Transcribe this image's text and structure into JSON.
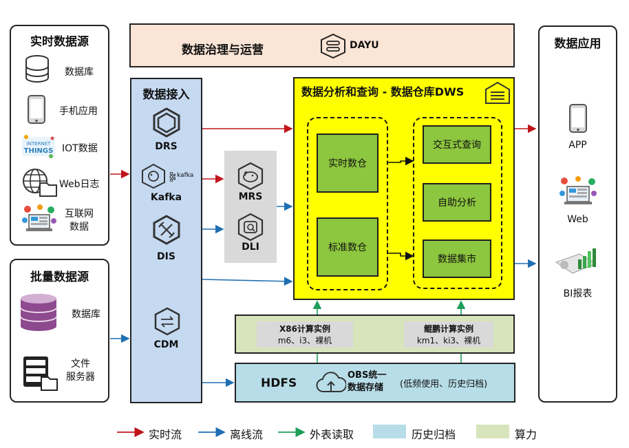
{
  "realtime_sources": {
    "title": "实时数据源",
    "items": [
      "数据库",
      "手机应用",
      "IOT数据",
      "Web日志",
      "互联网\n数据"
    ]
  },
  "batch_sources": {
    "title": "批量数据源",
    "items": [
      "数据库",
      "文件\n服务器"
    ]
  },
  "governance": {
    "title": "数据治理与运营",
    "brand": "DAYU"
  },
  "ingestion": {
    "title": "数据接入",
    "items": [
      "DRS",
      "Kafka",
      "DIS",
      "CDM"
    ],
    "kafka_logo_text": "kafka"
  },
  "compute_services": [
    "MRS",
    "DLI"
  ],
  "dws": {
    "title": "数据分析和查询 - 数据仓库DWS",
    "left": [
      "实时数仓",
      "标准数仓"
    ],
    "right": [
      "交互式查询",
      "自助分析",
      "数据集市"
    ]
  },
  "compute_layer": {
    "x86": {
      "title": "X86计算实例",
      "sub": "m6、i3、裸机"
    },
    "kunpeng": {
      "title": "鲲鹏计算实例",
      "sub": "km1、ki3、裸机"
    }
  },
  "storage": {
    "hdfs": "HDFS",
    "obs": "OBS统一\n数据存储",
    "note": "(低频使用、历史归档)"
  },
  "applications": {
    "title": "数据应用",
    "items": [
      "APP",
      "Web",
      "BI报表"
    ]
  },
  "legend": {
    "items": [
      "实时流",
      "离线流",
      "外表读取",
      "历史归档",
      "算力"
    ]
  },
  "colors": {
    "realtime": "#c0141b",
    "offline": "#1f6fb2",
    "external": "#1e9e5a",
    "archive": "#b7dde8",
    "compute": "#d8e4bc",
    "dws": "#ffff00",
    "ingestion": "#c5d9f1",
    "governance": "#fbe5d6"
  }
}
